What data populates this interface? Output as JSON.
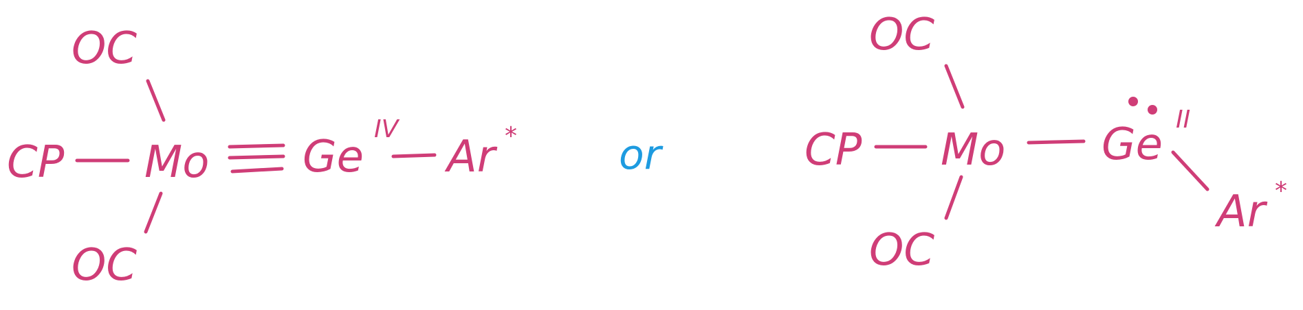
{
  "colors": {
    "ink": "#CF3D77",
    "connector": "#1E9BE0"
  },
  "left": {
    "oc_top": "OC",
    "oc_bottom": "OC",
    "cp": "CP",
    "metal": "Mo",
    "germanium": "Ge",
    "ox_state": "IV",
    "aryl": "Ar",
    "aryl_mark": "*"
  },
  "connector": "or",
  "right": {
    "oc_top": "OC",
    "oc_bottom": "OC",
    "cp": "CP",
    "metal": "Mo",
    "germanium": "Ge",
    "ox_state": "II",
    "aryl": "Ar",
    "aryl_mark": "*"
  }
}
